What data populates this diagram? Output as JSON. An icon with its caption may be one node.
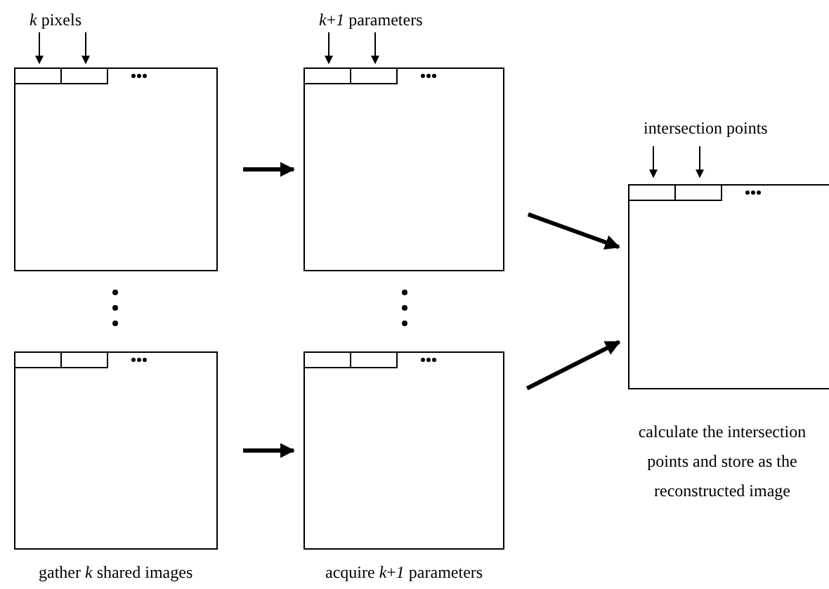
{
  "diagram": {
    "nodes": [
      {
        "text": [
          "*k* pixels"
        ]
      },
      {
        "text": [
          "*k*+*1* parameters"
        ]
      },
      {
        "text": [
          "intersection points"
        ],
        "beside": [
          "calculate the intersection points and store as the reconstructed image"
        ]
      },
      {
        "text": [],
        "shape": "box"
      },
      {
        "text": [],
        "shape": "box"
      }
    ],
    "edges": [
      {
        "from": 0,
        "to": 1,
        "arrow": "to"
      },
      {
        "from": 3,
        "to": 4,
        "arrow": "to"
      },
      {
        "from": 1,
        "to": 2,
        "arrow": "to"
      },
      {
        "from": 4,
        "to": 2,
        "arrow": "to"
      }
    ],
    "labels": [
      "gather *k* shared images",
      "acquire *k*+*1* parameters"
    ]
  }
}
